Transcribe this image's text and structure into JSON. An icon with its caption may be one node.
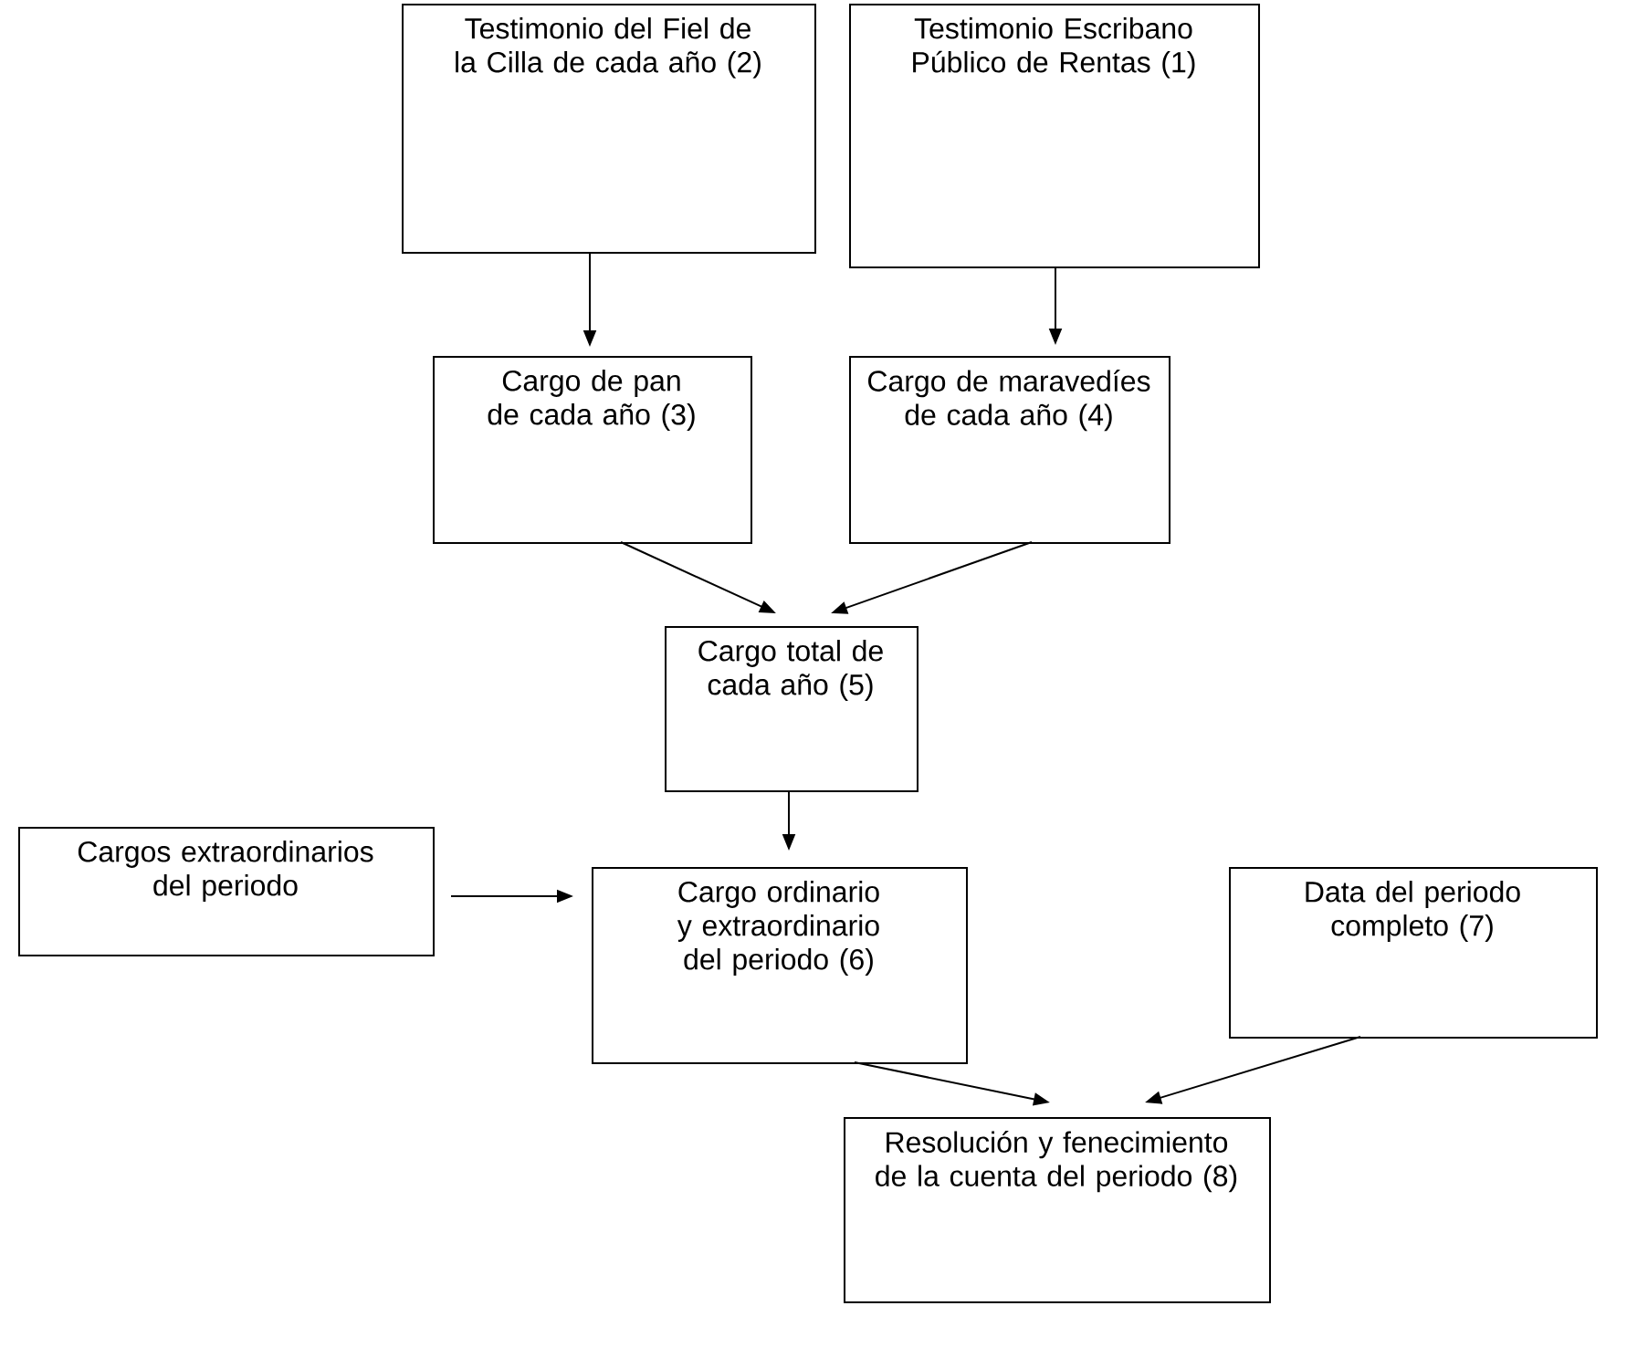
{
  "diagram": {
    "nodes": [
      {
        "text": [
          "Testimonio del Fiel de la Cilla de cada año (2)"
        ]
      },
      {
        "text": [
          "Testimonio Escribano Público de Rentas (1)"
        ]
      },
      {
        "text": [
          "Cargo de pan de cada año (3)"
        ]
      },
      {
        "text": [
          "Cargo de maravedíes de cada año (4)"
        ]
      },
      {
        "text": [
          "Cargo total de cada año (5)"
        ]
      },
      {
        "text": [
          "Cargos extraordinarios del periodo"
        ]
      },
      {
        "text": [
          "Cargo ordinario y extraordinario del periodo (6)"
        ]
      },
      {
        "text": [
          "Data del periodo completo (7)"
        ]
      },
      {
        "text": [
          "Resolución y fenecimiento de la cuenta del periodo (8)"
        ]
      }
    ],
    "edges": [
      {
        "from": 0,
        "to": 2,
        "arrow": "to"
      },
      {
        "from": 1,
        "to": 3,
        "arrow": "to"
      },
      {
        "from": 2,
        "to": 4,
        "arrow": "to"
      },
      {
        "from": 3,
        "to": 4,
        "arrow": "to"
      },
      {
        "from": 4,
        "to": 6,
        "arrow": "to"
      },
      {
        "from": 5,
        "to": 6,
        "arrow": "to"
      },
      {
        "from": 6,
        "to": 8,
        "arrow": "to"
      },
      {
        "from": 7,
        "to": 8,
        "arrow": "to"
      }
    ]
  }
}
